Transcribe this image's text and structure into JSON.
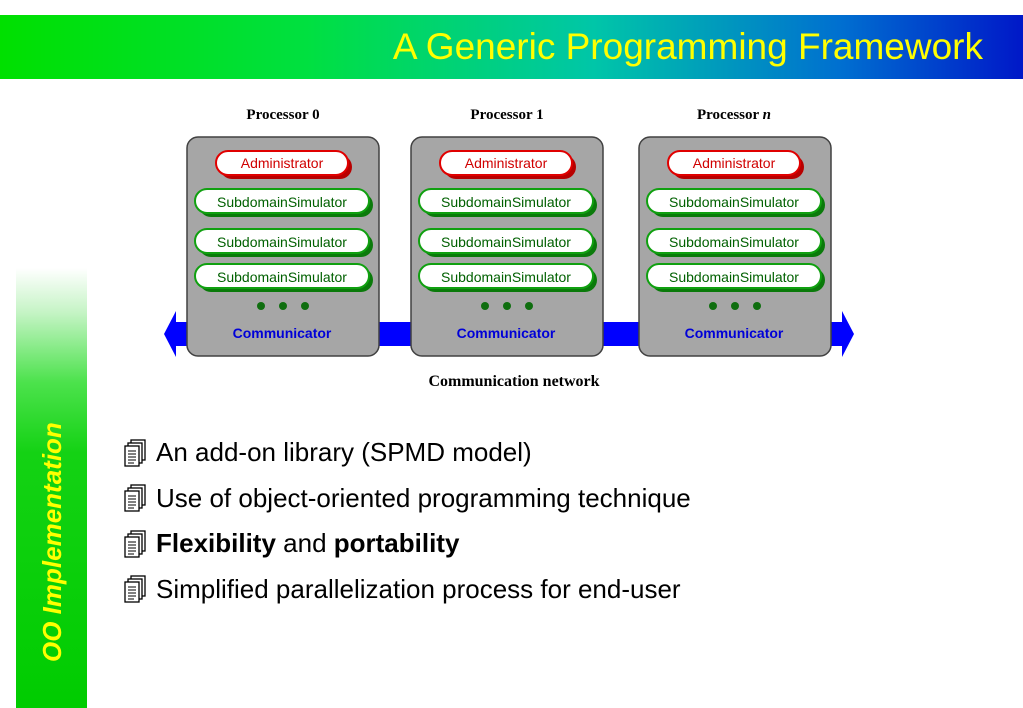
{
  "title": "A Generic Programming Framework",
  "side_label": "OO Implementation",
  "diagram": {
    "processors": [
      {
        "name_prefix": "Processor ",
        "name_suffix": "0",
        "components": [
          "Administrator",
          "SubdomainSimulator",
          "SubdomainSimulator",
          "SubdomainSimulator"
        ],
        "communicator": "Communicator"
      },
      {
        "name_prefix": "Processor ",
        "name_suffix": "1",
        "components": [
          "Administrator",
          "SubdomainSimulator",
          "SubdomainSimulator",
          "SubdomainSimulator"
        ],
        "communicator": "Communicator"
      },
      {
        "name_prefix": "Processor ",
        "name_suffix": "n",
        "components": [
          "Administrator",
          "SubdomainSimulator",
          "SubdomainSimulator",
          "SubdomainSimulator"
        ],
        "communicator": "Communicator"
      }
    ],
    "network_label": "Communication network",
    "colors": {
      "processor_fill": "#a6a6a6",
      "administrator_border": "#e00000",
      "administrator_shadow": "#b80000",
      "administrator_text": "#d00000",
      "simulator_border": "#10a010",
      "simulator_shadow": "#0a7a0a",
      "simulator_text": "#006000",
      "dots": "#0f6e0f",
      "communicator_text": "#0000d8",
      "network_arrow": "#0000ff"
    }
  },
  "bullets": [
    {
      "parts": [
        {
          "text": "An add-on library (SPMD model)",
          "bold": false
        }
      ]
    },
    {
      "parts": [
        {
          "text": "Use of object-oriented programming technique",
          "bold": false
        }
      ]
    },
    {
      "parts": [
        {
          "text": "Flexibility",
          "bold": true
        },
        {
          "text": " and ",
          "bold": false
        },
        {
          "text": "portability",
          "bold": true
        }
      ]
    },
    {
      "parts": [
        {
          "text": "Simplified parallelization process for end-user",
          "bold": false
        }
      ]
    }
  ],
  "bullet_icon": "document-stack-icon"
}
